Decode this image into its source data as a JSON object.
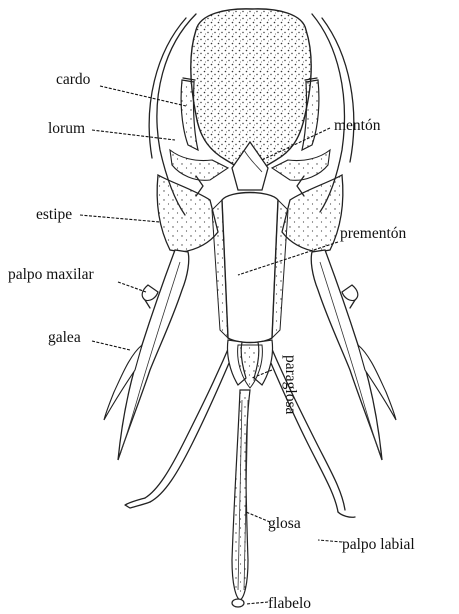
{
  "labels": {
    "cardo": "cardo",
    "lorum": "lorum",
    "estipe": "estipe",
    "palpo_maxilar": "palpo maxilar",
    "galea": "galea",
    "menton": "mentón",
    "prementon": "prementón",
    "paraglosa": "paraglosa",
    "glosa": "glosa",
    "palpo_labial": "palpo labial",
    "flabelo": "flabelo"
  }
}
